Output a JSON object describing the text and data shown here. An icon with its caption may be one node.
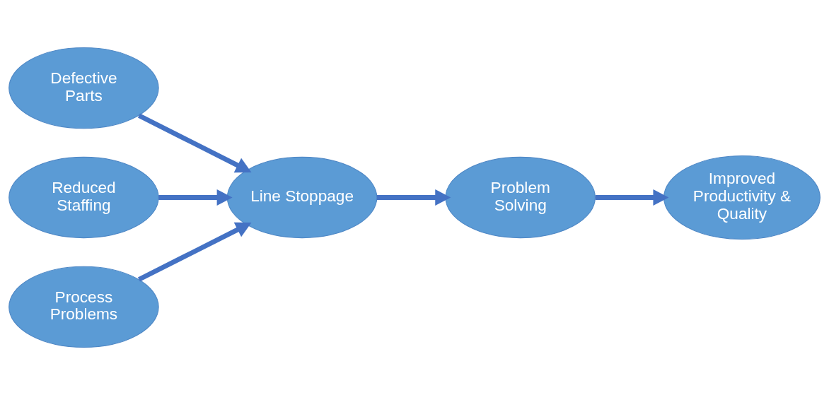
{
  "diagram": {
    "nodes": [
      {
        "text": [
          "Defective Parts"
        ]
      },
      {
        "text": [
          "Reduced Staffing"
        ]
      },
      {
        "text": [
          "Process Problems"
        ]
      },
      {
        "text": [
          "Line Stoppage"
        ]
      },
      {
        "text": [
          "Problem Solving"
        ]
      },
      {
        "text": [
          "Improved Productivity & Quality"
        ]
      }
    ],
    "edges": [
      {
        "from": 0,
        "to": 3,
        "arrow": "to"
      },
      {
        "from": 1,
        "to": 3,
        "arrow": "to"
      },
      {
        "from": 2,
        "to": 3,
        "arrow": "to"
      },
      {
        "from": 3,
        "to": 4,
        "arrow": "to"
      },
      {
        "from": 4,
        "to": 5,
        "arrow": "to"
      }
    ]
  }
}
